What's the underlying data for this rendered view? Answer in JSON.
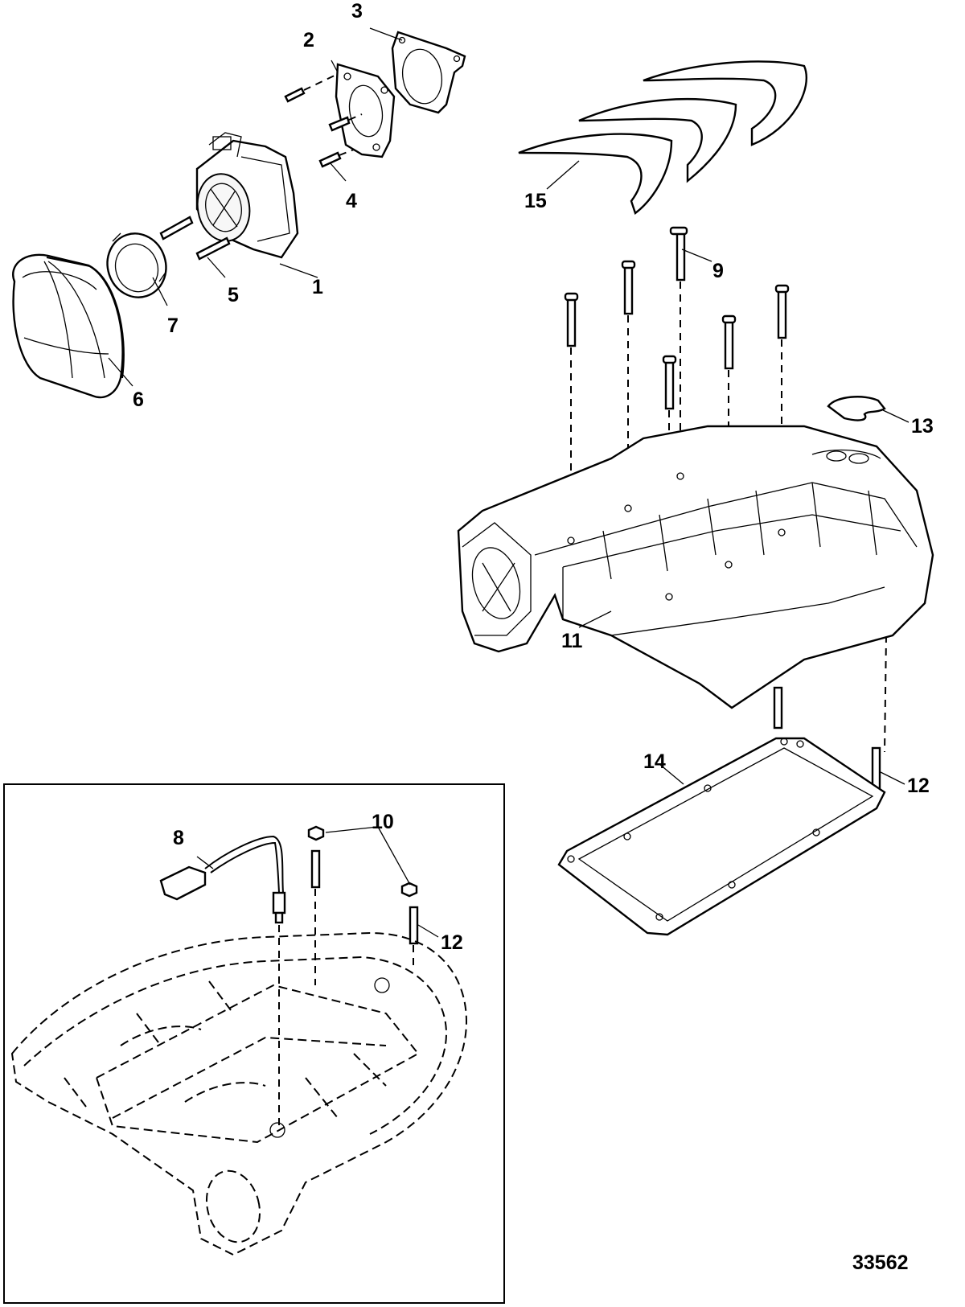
{
  "callouts": {
    "c1": "1",
    "c2": "2",
    "c3": "3",
    "c4": "4",
    "c5": "5",
    "c6": "6",
    "c7": "7",
    "c8": "8",
    "c9": "9",
    "c10": "10",
    "c11": "11",
    "c12a": "12",
    "c12b": "12",
    "c13": "13",
    "c14": "14",
    "c15": "15"
  },
  "figure_number": "33562"
}
